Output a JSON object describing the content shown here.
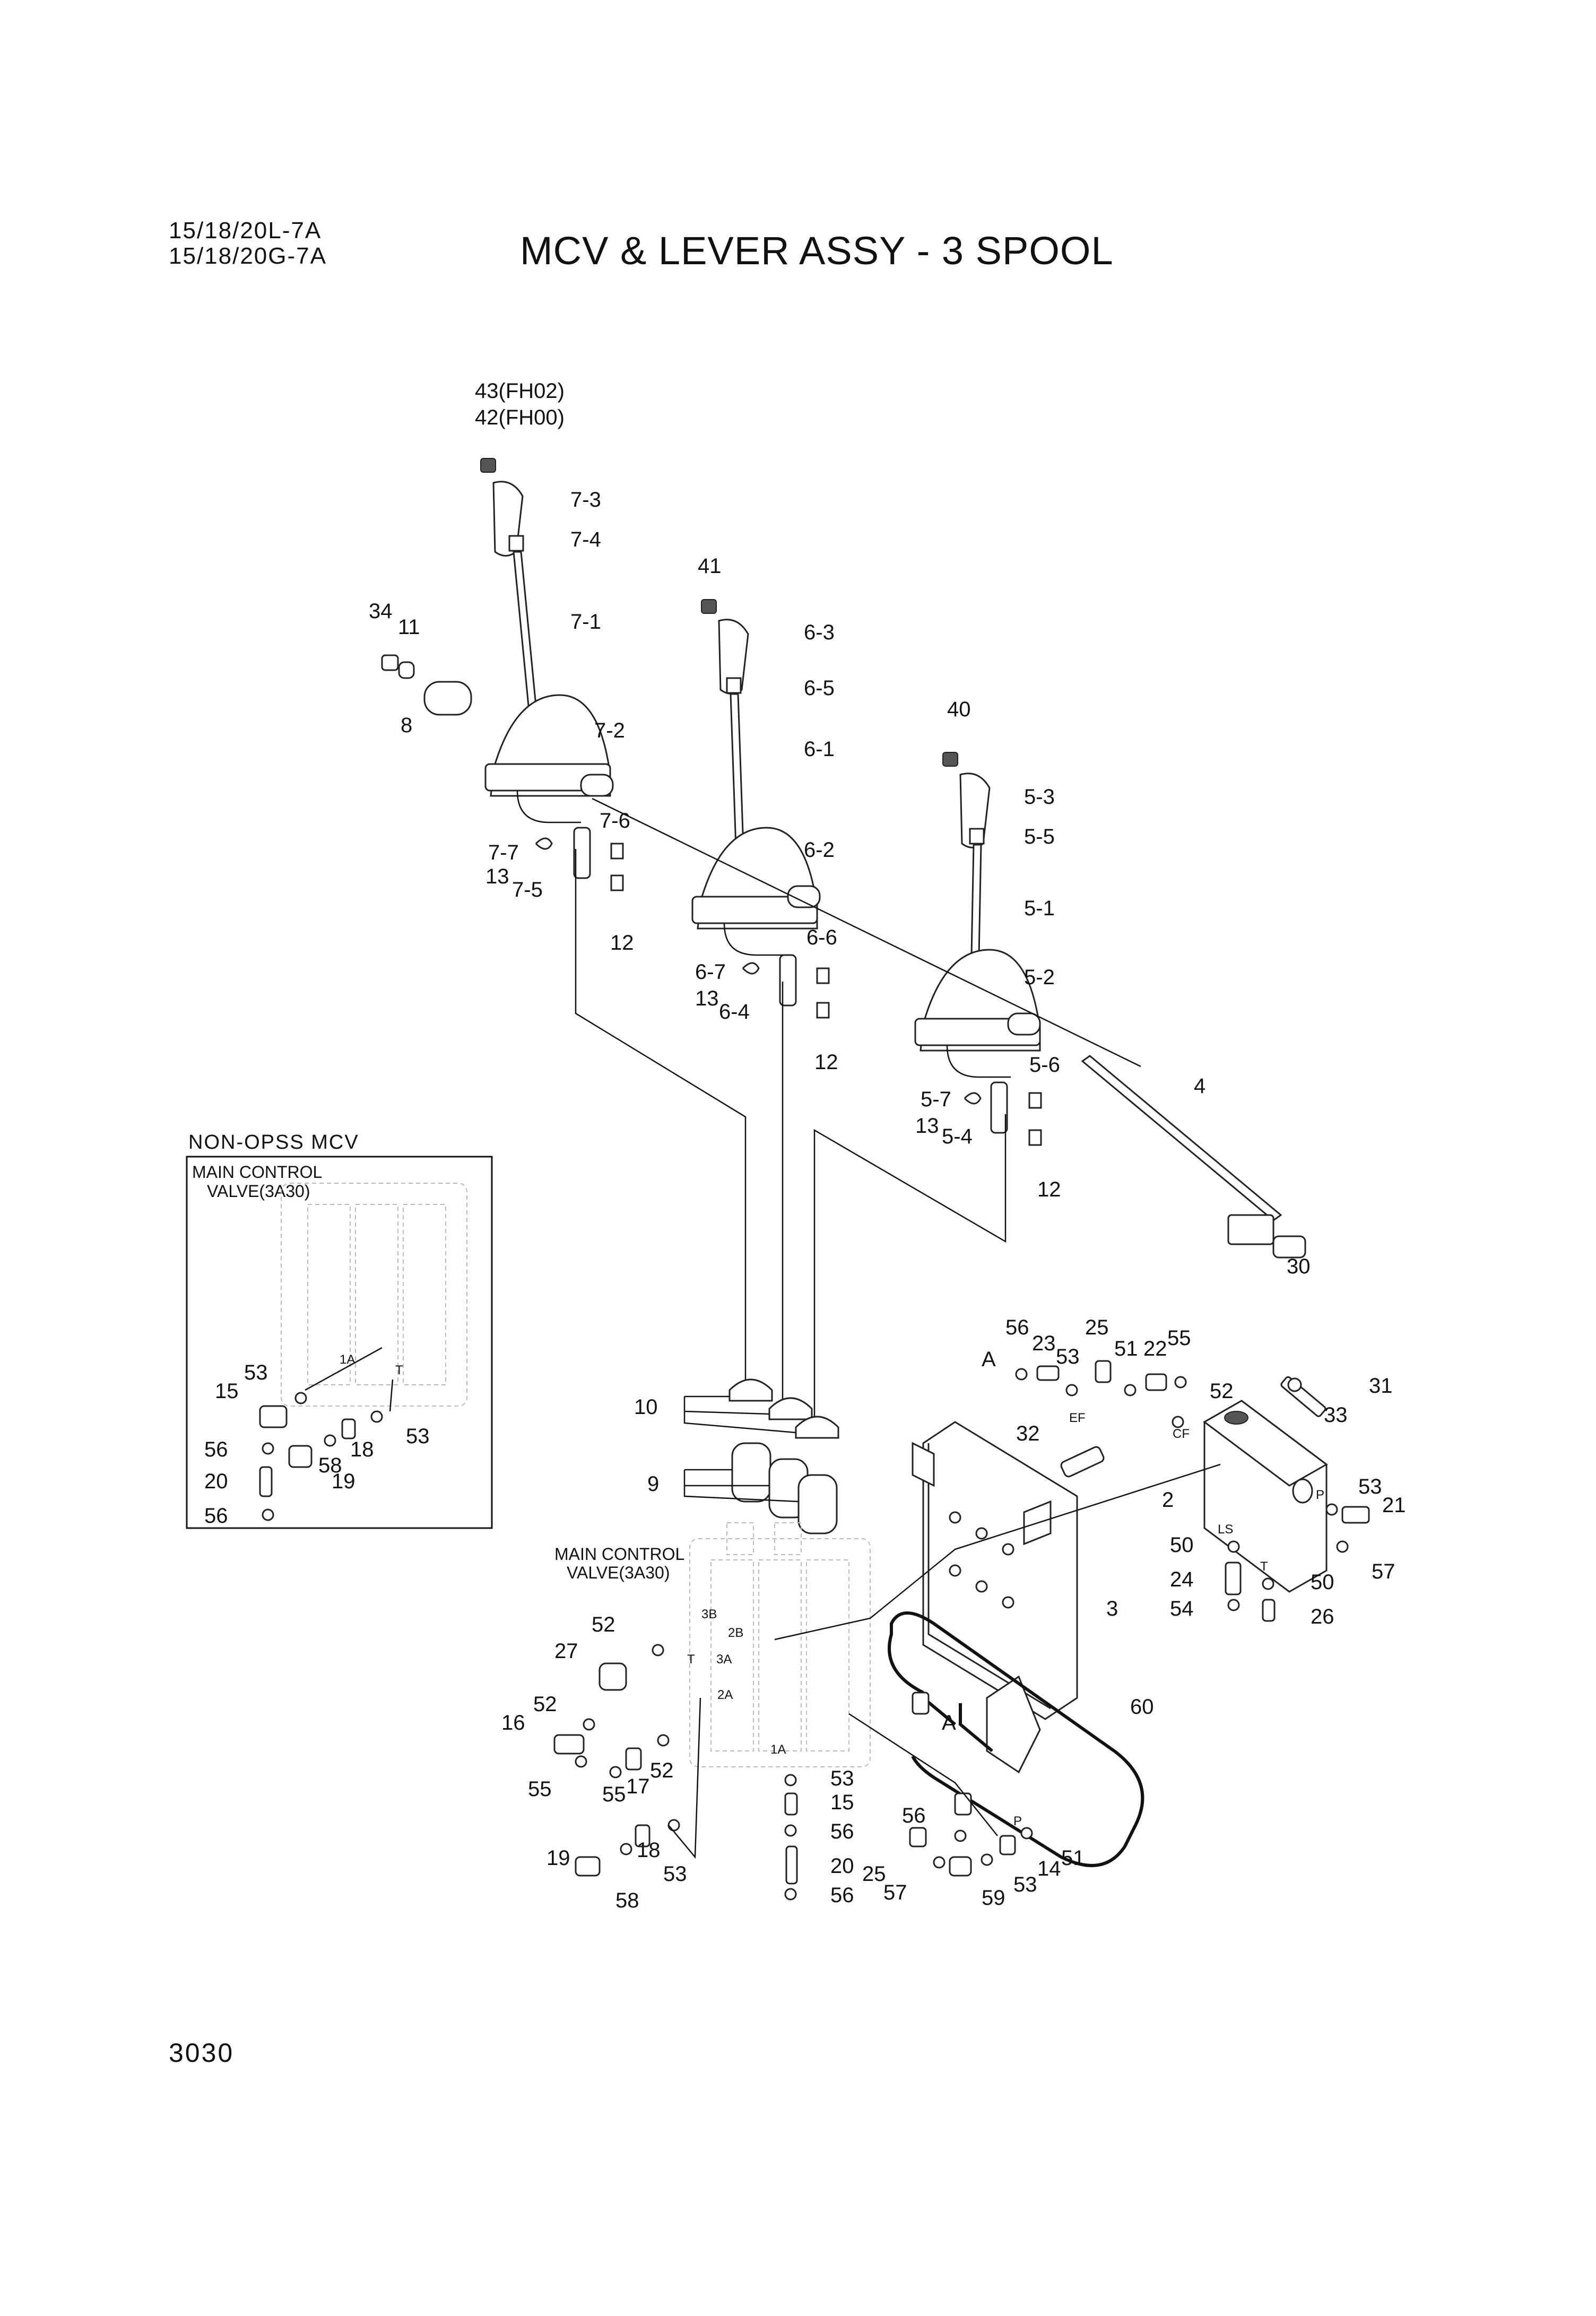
{
  "header": {
    "model_line_1": "15/18/20L-7A",
    "model_line_2": "15/18/20G-7A",
    "title": "MCV & LEVER ASSY - 3 SPOOL"
  },
  "page_number": "3030",
  "inset": {
    "title": "NON-OPSS MCV",
    "valve_label_1": "MAIN CONTROL",
    "valve_label_2": "VALVE(3A30)",
    "callouts": [
      "53",
      "15",
      "56",
      "20",
      "56",
      "58",
      "18",
      "53",
      "19"
    ],
    "ports": [
      "1A",
      "T"
    ]
  },
  "main_valve": {
    "label_1": "MAIN CONTROL",
    "label_2": "VALVE(3A30)",
    "ports": [
      "3B",
      "2B",
      "T",
      "3A",
      "2A",
      "1A"
    ]
  },
  "block_ports": [
    "EF",
    "CF",
    "P",
    "LS",
    "T"
  ],
  "bracket_ports": [
    "P"
  ],
  "callouts": {
    "k43": "43(FH02)",
    "k42": "42(FH00)",
    "k7_3": "7-3",
    "k7_4": "7-4",
    "k7_1": "7-1",
    "k34": "34",
    "k11": "11",
    "k8": "8",
    "k7_2": "7-2",
    "k7_6": "7-6",
    "k7_7": "7-7",
    "k13a": "13",
    "k7_5": "7-5",
    "k12a": "12",
    "k41": "41",
    "k6_3": "6-3",
    "k6_5": "6-5",
    "k6_1": "6-1",
    "k6_2": "6-2",
    "k6_6": "6-6",
    "k6_7": "6-7",
    "k13b": "13",
    "k6_4": "6-4",
    "k12b": "12",
    "k40": "40",
    "k5_3": "5-3",
    "k5_5": "5-5",
    "k5_1": "5-1",
    "k5_2": "5-2",
    "k5_6": "5-6",
    "k5_7": "5-7",
    "k13c": "13",
    "k5_4": "5-4",
    "k12c": "12",
    "k4": "4",
    "k30": "30",
    "k10": "10",
    "k9": "9",
    "k56a": "56",
    "k23": "23",
    "k25a": "25",
    "k51a": "51",
    "k22": "22",
    "k55a": "55",
    "kA1": "A",
    "k53a": "53",
    "k52a": "52",
    "k31": "31",
    "k33": "33",
    "k32": "32",
    "k2": "2",
    "k53b": "53",
    "k21": "21",
    "k57a": "57",
    "k50a": "50",
    "k24": "24",
    "k50b": "50",
    "k54": "54",
    "k26": "26",
    "k3": "3",
    "k60": "60",
    "kA2": "A",
    "k52b": "52",
    "k27": "27",
    "k52c": "52",
    "k16": "16",
    "k55b": "55",
    "k55c": "55",
    "k17": "17",
    "k52d": "52",
    "k53c": "53",
    "k15": "15",
    "k56b": "56",
    "k20": "20",
    "k56c": "56",
    "k19": "19",
    "k58": "58",
    "k18": "18",
    "k53d": "53",
    "k56d": "56",
    "k25b": "25",
    "k57b": "57",
    "k59": "59",
    "k53e": "53",
    "k14": "14",
    "k51b": "51"
  }
}
